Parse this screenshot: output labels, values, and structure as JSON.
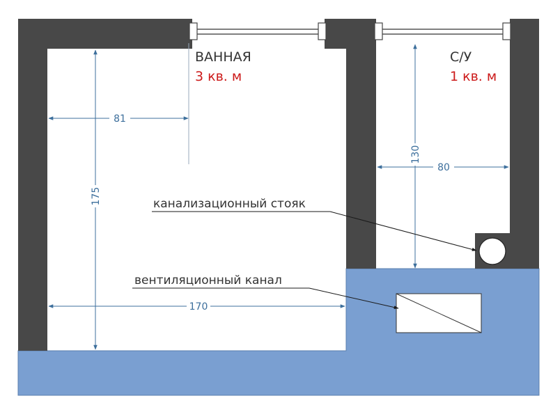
{
  "rooms": {
    "bathroom": {
      "name": "ВАННАЯ",
      "area": "3 кв. м"
    },
    "wc": {
      "name": "С/У",
      "area": "1 кв. м"
    }
  },
  "dimensions": {
    "bath_depth": "175",
    "bath_door_offset": "81",
    "bath_width": "170",
    "wc_depth": "130",
    "wc_width": "80"
  },
  "callouts": {
    "sewer_riser": "канализационный стояк",
    "vent_channel": "вентиляционный канал"
  },
  "colors": {
    "wall": "#484848",
    "floor_slab": "#7a9fd1",
    "dimension": "#3d6f9c",
    "area_text": "#cc1a1a",
    "label_text": "#333333"
  }
}
